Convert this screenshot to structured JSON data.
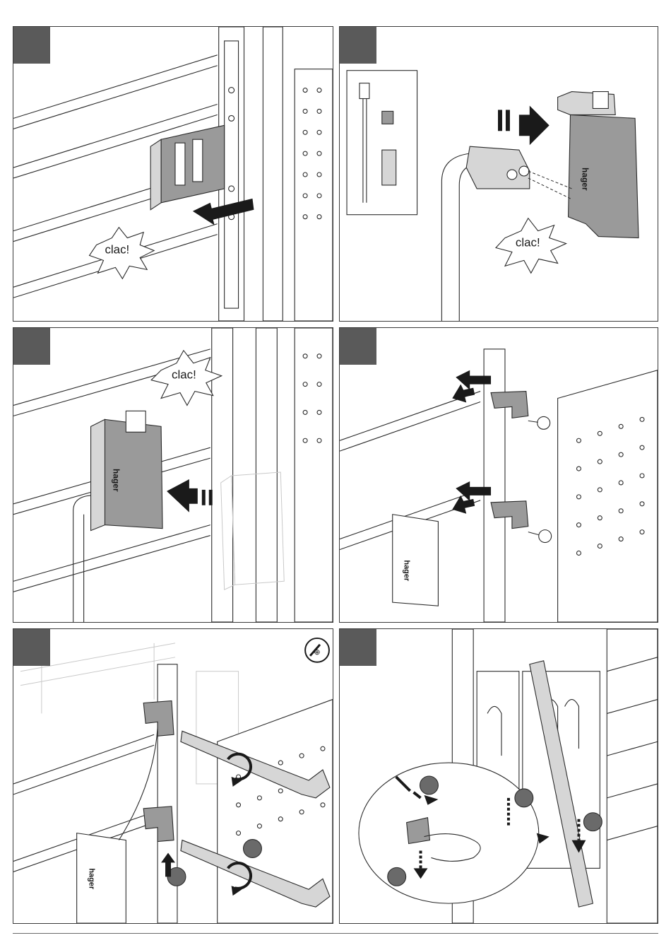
{
  "panels": [
    {
      "id": "step-1",
      "callout": "clac!"
    },
    {
      "id": "step-2",
      "callout": "clac!"
    },
    {
      "id": "step-3",
      "callout": "clac!"
    },
    {
      "id": "step-4"
    },
    {
      "id": "step-5"
    },
    {
      "id": "step-6"
    }
  ],
  "brand_marking": "hager",
  "colors": {
    "frame": "#3a3a3a",
    "step_tab": "#5a5a5a",
    "part_grey": "#9a9a9a",
    "badge_grey": "#6a6a6a"
  }
}
